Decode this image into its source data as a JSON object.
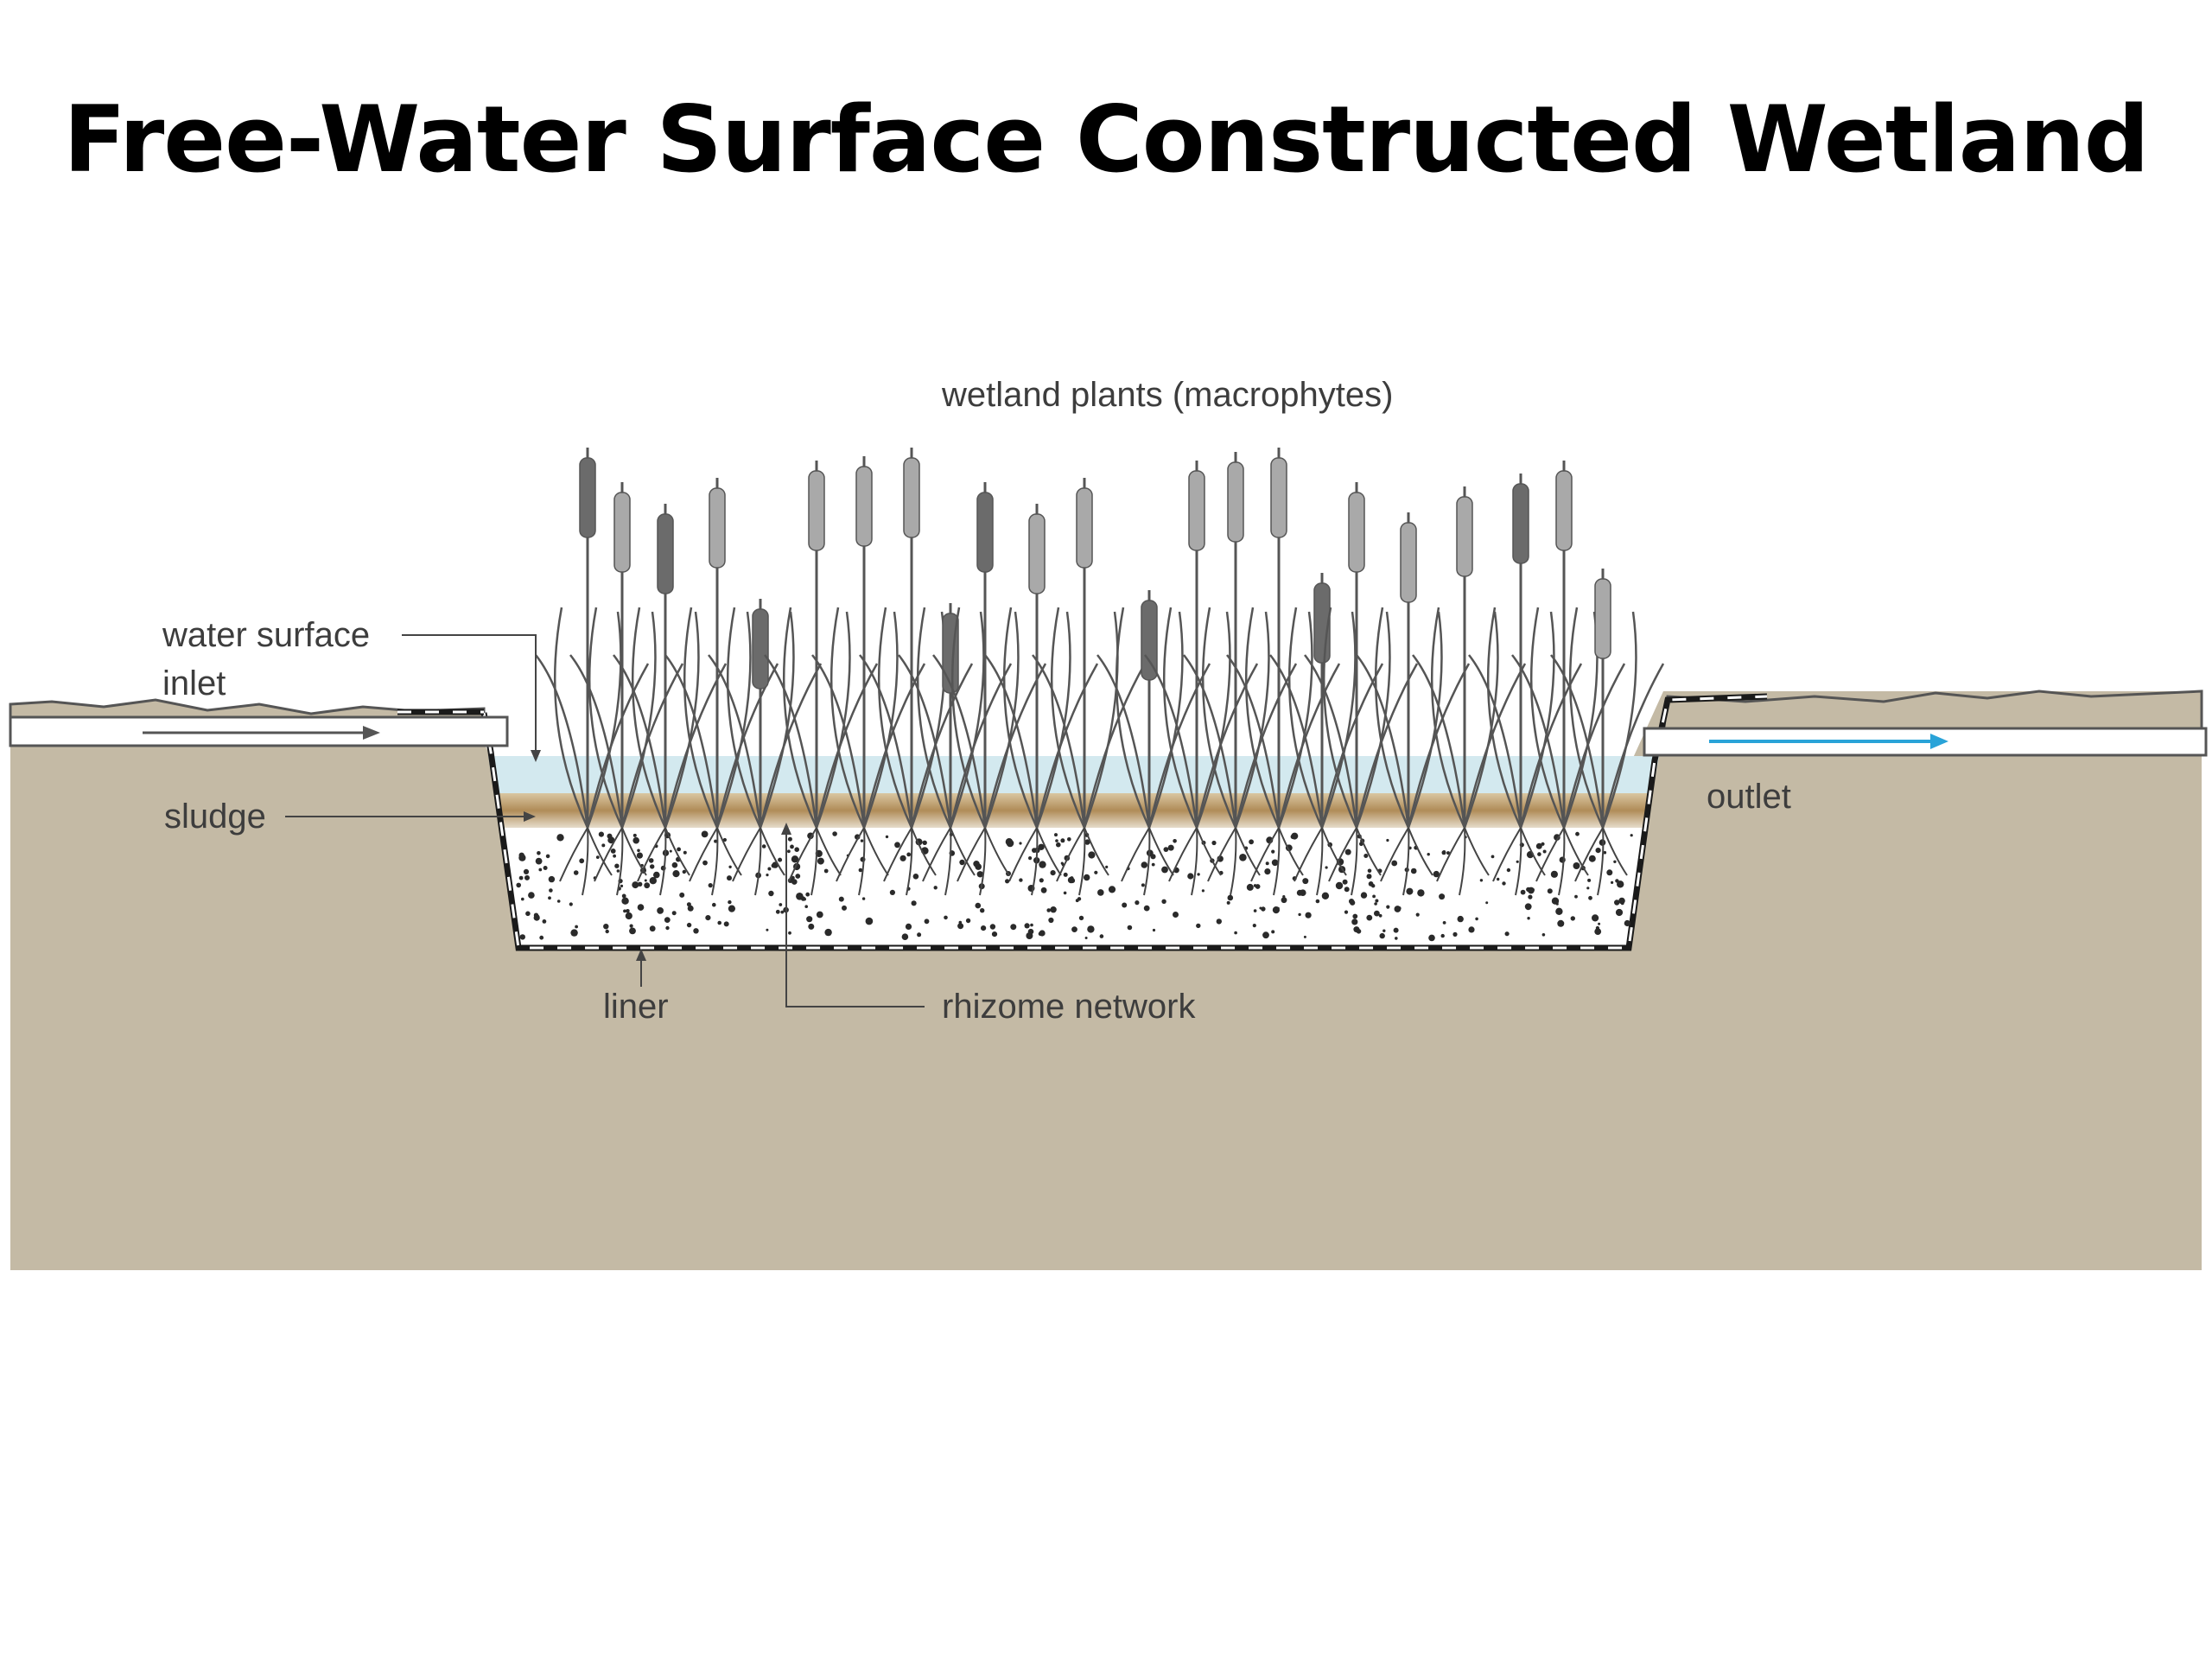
{
  "title": "Free-Water Surface Constructed Wetland",
  "labels": {
    "plants": "wetland plants (macrophytes)",
    "water_surface": "water surface",
    "inlet": "inlet",
    "sludge": "sludge",
    "outlet": "outlet",
    "liner": "liner",
    "rhizome": "rhizome network"
  },
  "colors": {
    "ground": "#c4baa5",
    "water": "#d3e9ef",
    "sludge": "#b99a6a",
    "gravel_bed": "#ffffff",
    "liner": "#1a1a1a",
    "outlet_arrow": "#29a3d8",
    "inlet_arrow": "#555555",
    "plant_stem": "#555555",
    "plant_head_dark": "#6b6b6b",
    "plant_head_light": "#a9a9a9"
  },
  "icons": {
    "inlet_flow": "arrow-right-icon",
    "outlet_flow": "arrow-right-icon"
  }
}
